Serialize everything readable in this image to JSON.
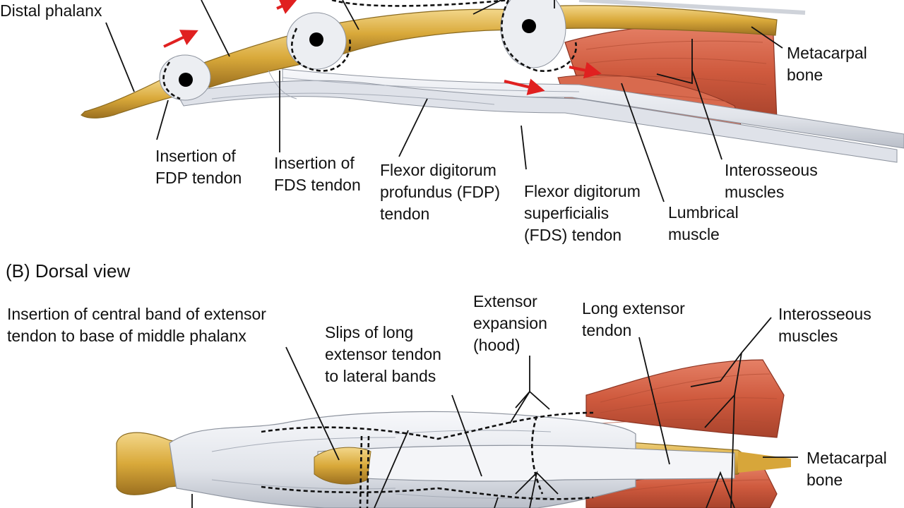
{
  "palmar": {
    "labels": {
      "distal_phalanx": "Distal phalanx",
      "metacarpal_bone": "Metacarpal\nbone",
      "insertion_fdp": "Insertion of\nFDP tendon",
      "insertion_fds": "Insertion of\nFDS tendon",
      "fdp_tendon": "Flexor digitorum\nprofundus (FDP)\ntendon",
      "fds_tendon": "Flexor digitorum\nsuperficialis\n(FDS) tendon",
      "interosseous": "Interosseous\nmuscles",
      "lumbrical": "Lumbrical\nmuscle"
    }
  },
  "dorsal": {
    "title": "(B) Dorsal view",
    "labels": {
      "central_band": "Insertion of central band of extensor\ntendon to base of middle phalanx",
      "slips": "Slips of long\nextensor tendon\nto lateral bands",
      "extensor_expansion": "Extensor\nexpansion\n(hood)",
      "long_extensor": "Long extensor\ntendon",
      "interosseous": "Interosseous\nmuscles",
      "metacarpal_bone": "Metacarpal\nbone"
    }
  },
  "colors": {
    "bone": "#d9a93a",
    "tendon": "#e7e9ee",
    "muscle": "#cf5a3e",
    "arrow": "#e02020"
  }
}
